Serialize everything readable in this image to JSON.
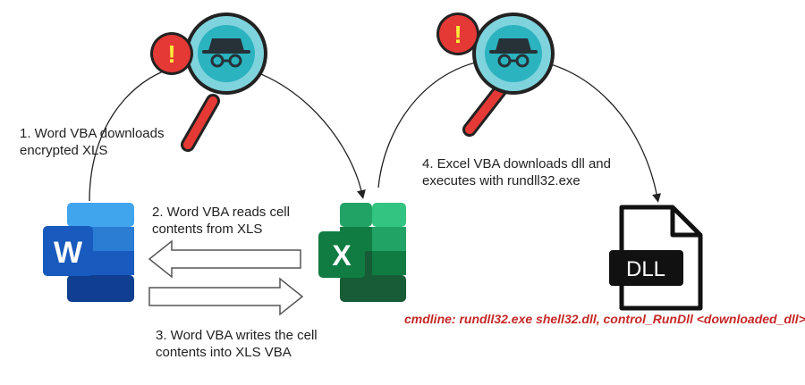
{
  "steps": {
    "step1": "1. Word VBA downloads encrypted XLS",
    "step2": "2. Word VBA reads cell contents from XLS",
    "step3": "3. Word VBA writes the cell contents into XLS VBA",
    "step4": "4. Excel VBA downloads dll and executes with rundll32.exe"
  },
  "icons": {
    "word_letter": "W",
    "excel_letter": "X",
    "dll_label": "DLL",
    "alert_mark": "!"
  },
  "cmdline": "cmdline: rundll32.exe shell32.dll, control_RunDll <downloaded_dll>",
  "colors": {
    "word_blue": "#185abd",
    "excel_green": "#107c41",
    "alert_red": "#e53935",
    "lens_teal": "#2bb3c0",
    "cmd_red": "#c62828"
  }
}
